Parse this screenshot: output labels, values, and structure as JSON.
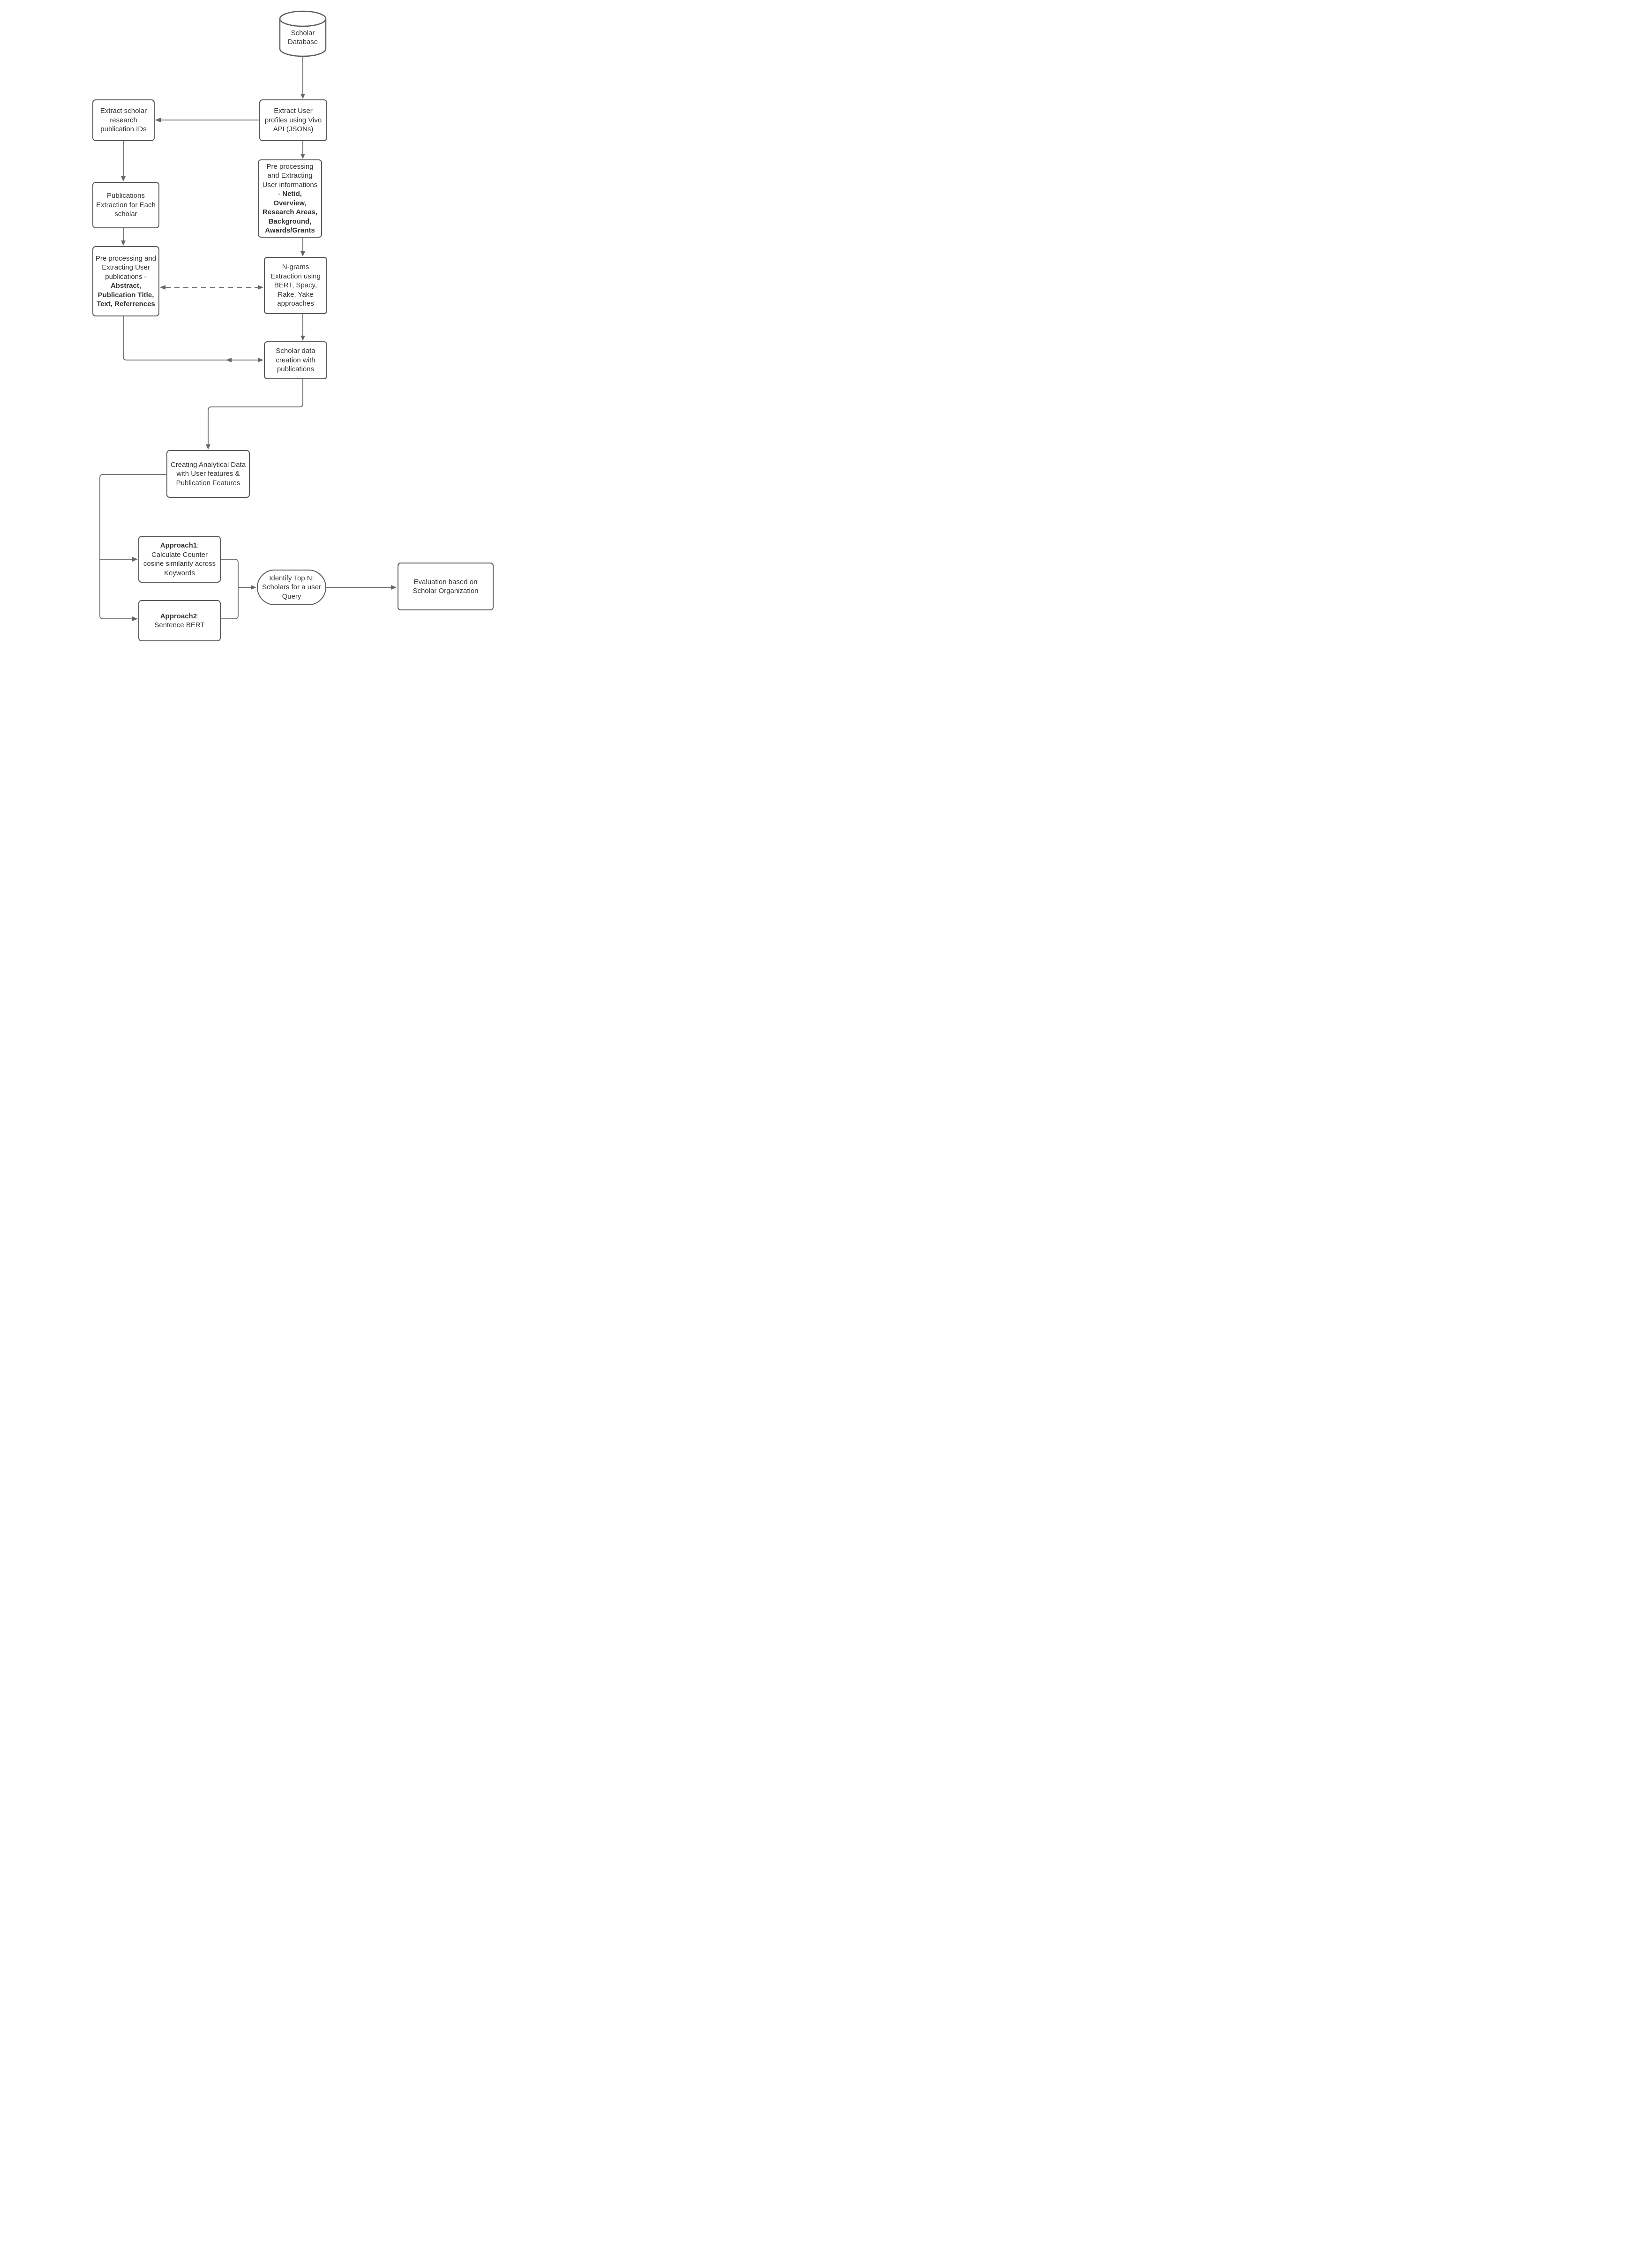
{
  "diagram": {
    "type": "flowchart",
    "colors": {
      "background": "#ffffff",
      "line": "#666666",
      "node_border": "#5a5a5a",
      "node_fill": "#ffffff",
      "text": "#333333"
    },
    "nodes": {
      "scholar_database": {
        "shape": "cylinder",
        "label": "Scholar Database"
      },
      "extract_user_profiles": {
        "shape": "rect",
        "label": "Extract User profiles using Vivo API (JSONs)"
      },
      "extract_publication_ids": {
        "shape": "rect",
        "label": "Extract scholar research publication IDs"
      },
      "publications_extraction": {
        "shape": "rect",
        "label": "Publications Extraction for Each scholar"
      },
      "preprocess_user_info": {
        "shape": "rect",
        "label_regular": "Pre processing and Extracting User informations - ",
        "label_bold": "Netid, Overview, Research Areas, Background, Awards/Grants"
      },
      "preprocess_user_publications": {
        "shape": "rect",
        "label_regular": "Pre processing and Extracting User publications - ",
        "label_bold": "Abstract, Publication Title, Text, Referrences"
      },
      "ngrams_extraction": {
        "shape": "rect",
        "label": "N-grams Extraction using BERT, Spacy, Rake, Yake approaches"
      },
      "scholar_data_creation": {
        "shape": "rect",
        "label": "Scholar data creation with publications"
      },
      "creating_analytical_data": {
        "shape": "rect",
        "label": "Creating Analytical Data with User features & Publication Features"
      },
      "approach1": {
        "shape": "rect",
        "label_bold": "Approach1",
        "label_colon": ":",
        "label_regular": "Calculate Counter cosine similarity across Keywords"
      },
      "approach2": {
        "shape": "rect",
        "label_bold": "Approach2",
        "label_colon": ":",
        "label_regular": "Sentence BERT"
      },
      "identify_top_n": {
        "shape": "stadium",
        "label": "Identify Top N: Scholars for a user Query"
      },
      "evaluation": {
        "shape": "rect",
        "label": "Evaluation  based on Scholar Organization"
      }
    },
    "edges": [
      {
        "from": "scholar_database",
        "to": "extract_user_profiles",
        "style": "solid",
        "arrows": "forward"
      },
      {
        "from": "extract_user_profiles",
        "to": "extract_publication_ids",
        "style": "solid",
        "arrows": "forward"
      },
      {
        "from": "extract_user_profiles",
        "to": "preprocess_user_info",
        "style": "solid",
        "arrows": "forward"
      },
      {
        "from": "extract_publication_ids",
        "to": "publications_extraction",
        "style": "solid",
        "arrows": "forward"
      },
      {
        "from": "publications_extraction",
        "to": "preprocess_user_publications",
        "style": "solid",
        "arrows": "forward"
      },
      {
        "from": "preprocess_user_info",
        "to": "ngrams_extraction",
        "style": "solid",
        "arrows": "forward"
      },
      {
        "from": "preprocess_user_publications",
        "to": "ngrams_extraction",
        "style": "dashed",
        "arrows": "both"
      },
      {
        "from": "ngrams_extraction",
        "to": "scholar_data_creation",
        "style": "solid",
        "arrows": "forward"
      },
      {
        "from": "preprocess_user_publications",
        "to": "scholar_data_creation",
        "style": "solid",
        "arrows": "both"
      },
      {
        "from": "scholar_data_creation",
        "to": "creating_analytical_data",
        "style": "solid",
        "arrows": "forward"
      },
      {
        "from": "creating_analytical_data",
        "to": "approach1",
        "style": "solid",
        "arrows": "forward"
      },
      {
        "from": "creating_analytical_data",
        "to": "approach2",
        "style": "solid",
        "arrows": "forward"
      },
      {
        "from": "approach1",
        "to": "identify_top_n",
        "style": "solid",
        "arrows": "forward"
      },
      {
        "from": "approach2",
        "to": "identify_top_n",
        "style": "solid",
        "arrows": "forward"
      },
      {
        "from": "identify_top_n",
        "to": "evaluation",
        "style": "solid",
        "arrows": "forward"
      }
    ]
  }
}
